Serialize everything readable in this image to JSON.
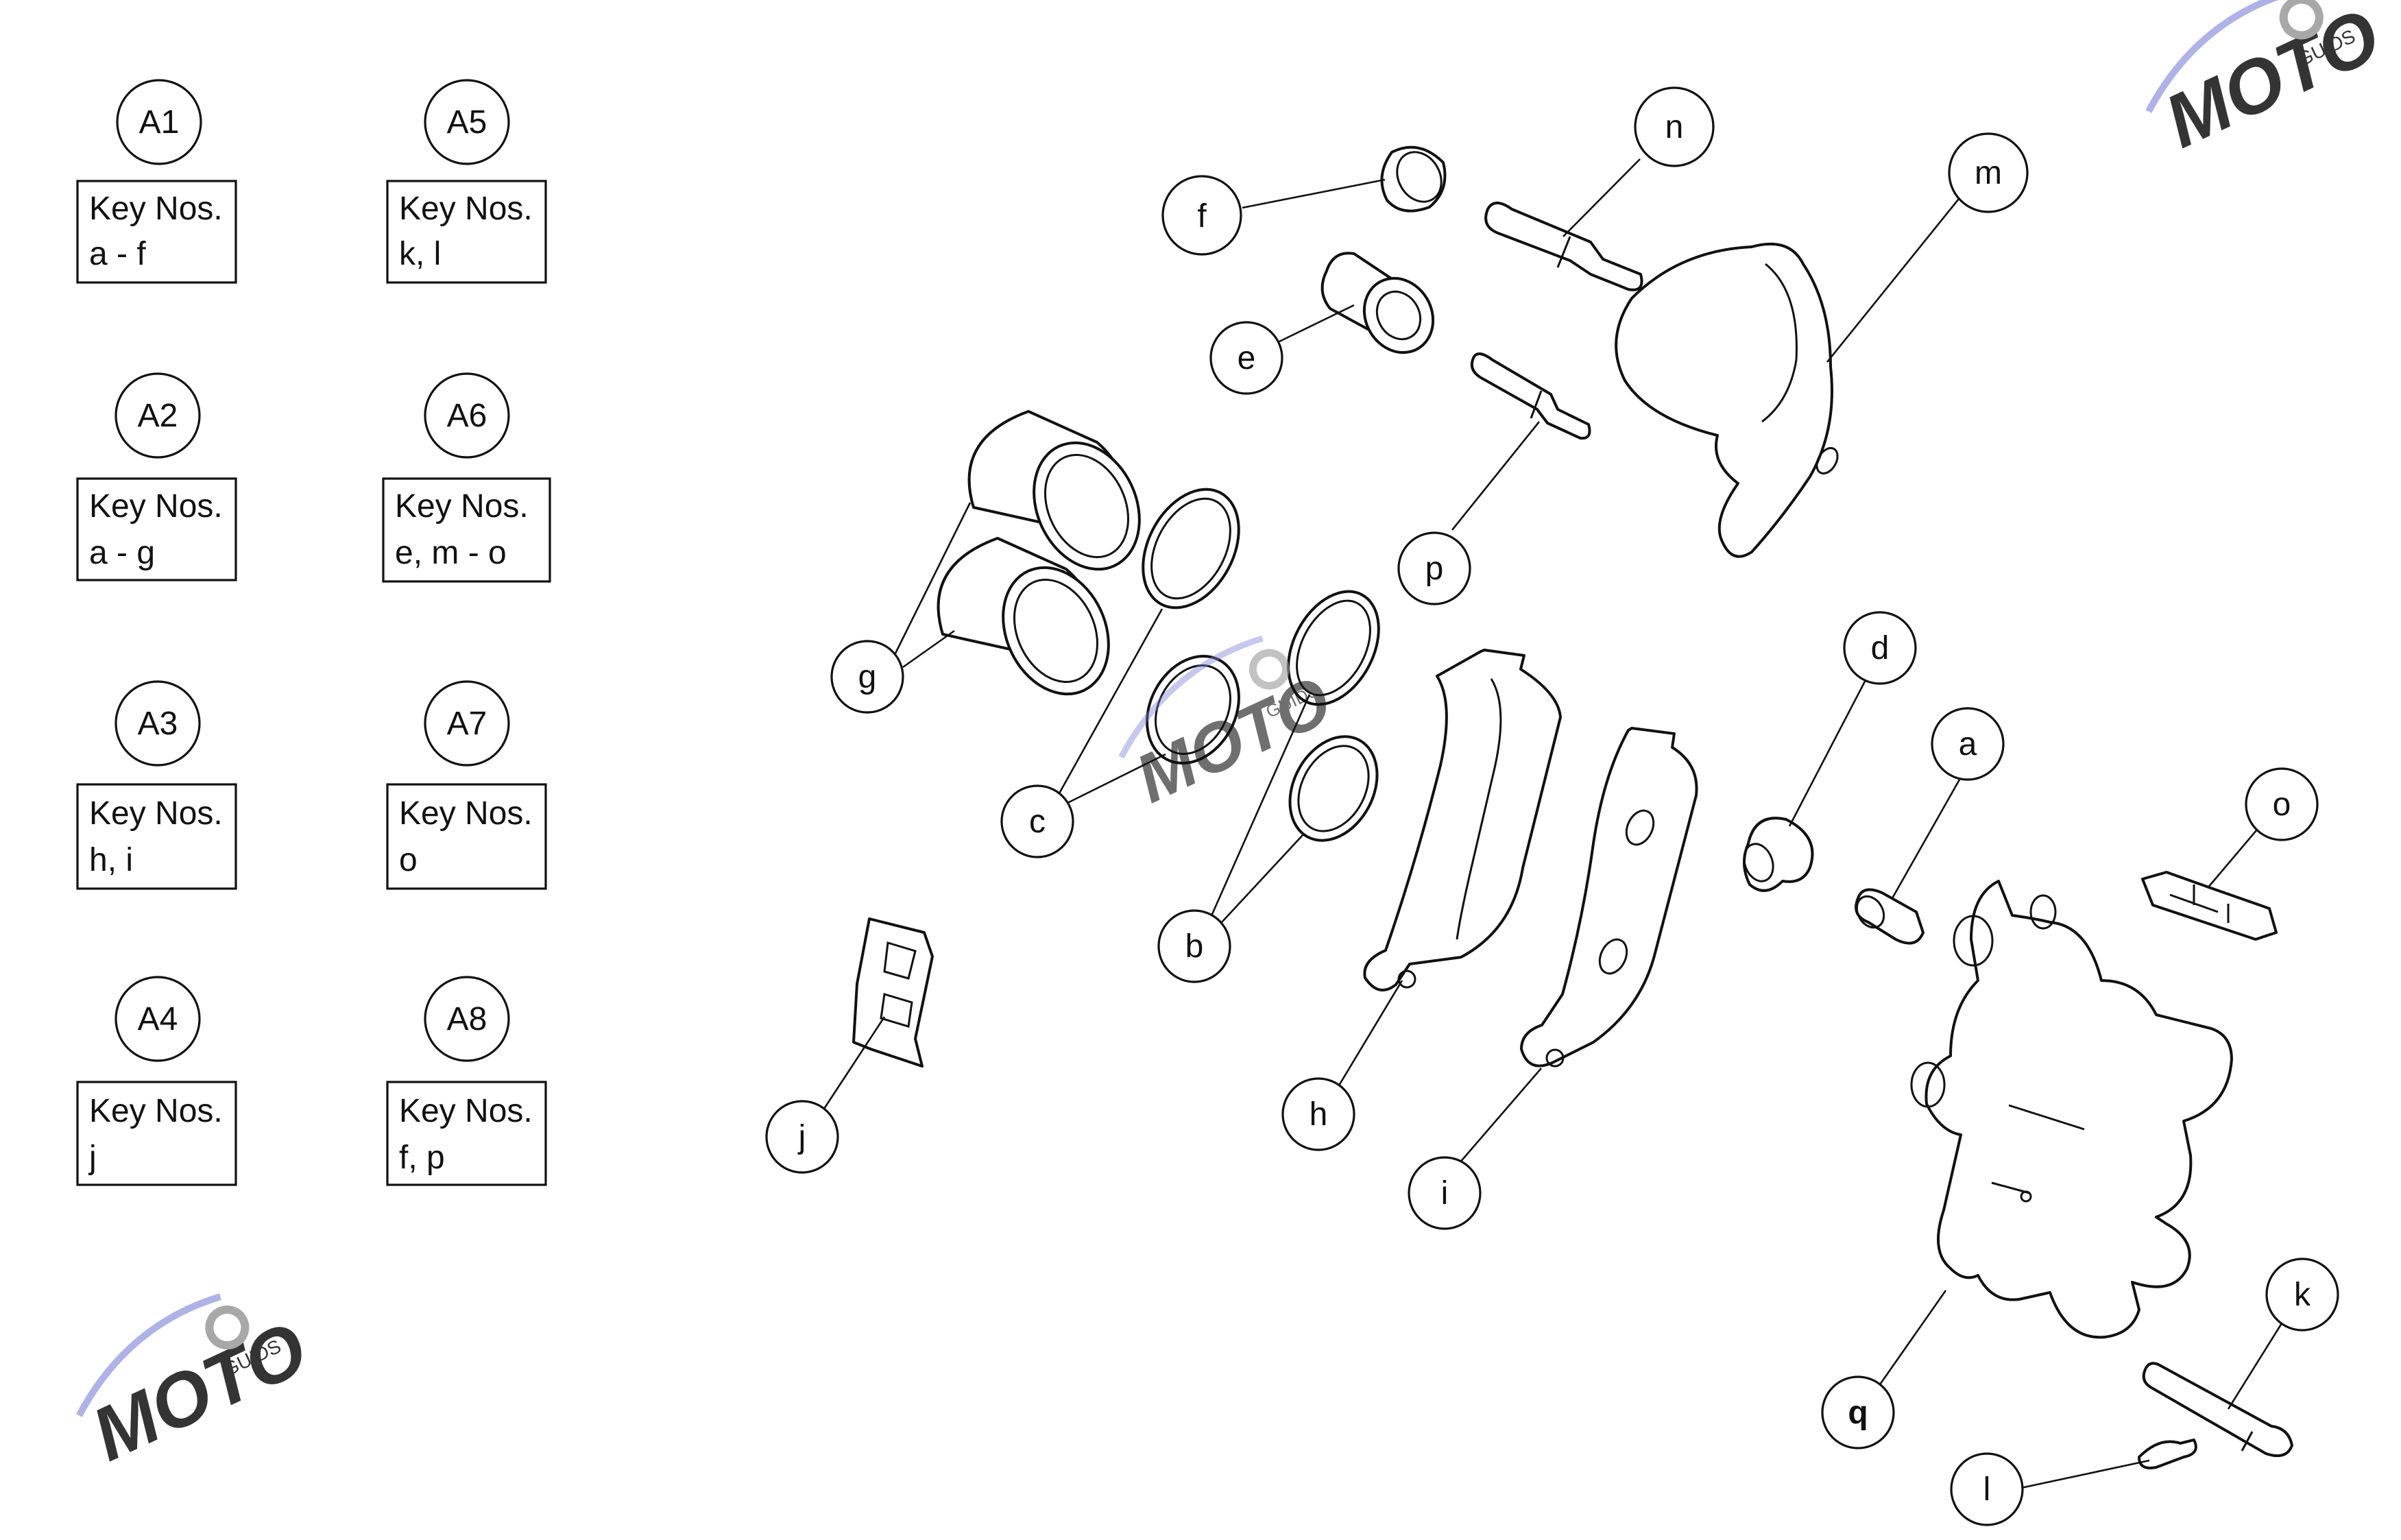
{
  "kits": [
    {
      "id": "A1",
      "title": "Key Nos.",
      "keys": "a - f"
    },
    {
      "id": "A2",
      "title": "Key Nos.",
      "keys": "a - g"
    },
    {
      "id": "A3",
      "title": "Key Nos.",
      "keys": "h, i"
    },
    {
      "id": "A4",
      "title": "Key Nos.",
      "keys": "j"
    },
    {
      "id": "A5",
      "title": "Key Nos.",
      "keys": "k, l"
    },
    {
      "id": "A6",
      "title": "Key Nos.",
      "keys": "e, m - o"
    },
    {
      "id": "A7",
      "title": "Key Nos.",
      "keys": "o"
    },
    {
      "id": "A8",
      "title": "Key Nos.",
      "keys": "f, p"
    }
  ],
  "callouts": {
    "a": "a",
    "b": "b",
    "c": "c",
    "d": "d",
    "e": "e",
    "f": "f",
    "g": "g",
    "h": "h",
    "i": "i",
    "j": "j",
    "k": "k",
    "l": "l",
    "m": "m",
    "n": "n",
    "o": "o",
    "p": "p",
    "q": "q"
  },
  "watermark": {
    "text": "MOTO",
    "subtext": "GUIDS",
    "primary_color": "#d94040",
    "swoosh_color": "#7a7fd6",
    "gear_color": "#9a9a9a"
  }
}
